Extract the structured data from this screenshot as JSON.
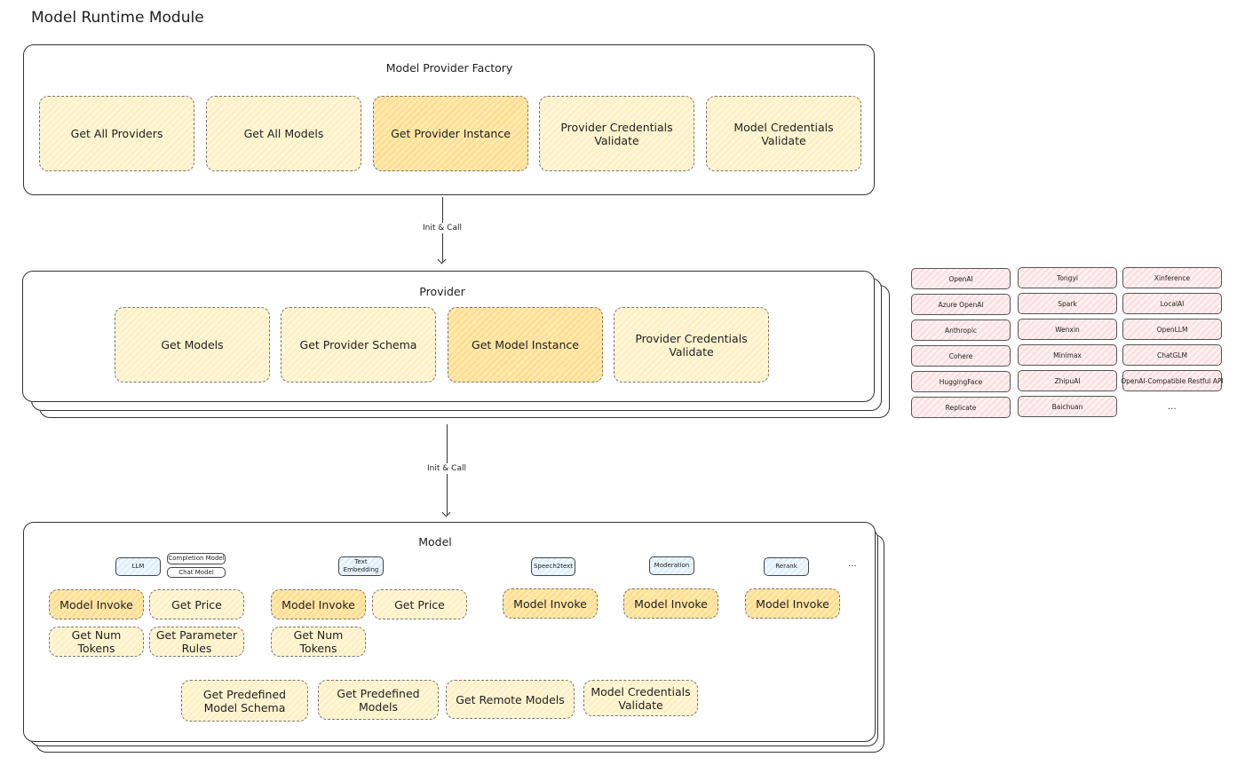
{
  "title": "Model Runtime Module",
  "factory": {
    "title": "Model Provider Factory",
    "items": [
      "Get All Providers",
      "Get All Models",
      "Get Provider Instance",
      "Provider Credentials Validate",
      "Model Credentials Validate"
    ]
  },
  "arrow1_label": "Init & Call",
  "provider": {
    "title": "Provider",
    "items": [
      "Get Models",
      "Get Provider Schema",
      "Get Model Instance",
      "Provider Credentials Validate"
    ]
  },
  "arrow2_label": "Init & Call",
  "model": {
    "title": "Model",
    "types": [
      "LLM",
      "Text Embedding",
      "Speech2text",
      "Moderation",
      "Rerank"
    ],
    "llm_subtypes": [
      "Completion Model",
      "Chat Model"
    ],
    "types_more": "...",
    "ops": [
      "Model Invoke",
      "Get Price",
      "Get Num Tokens",
      "Get Parameter Rules",
      "Model Invoke",
      "Get Price",
      "Get Num Tokens",
      "Model Invoke",
      "Model Invoke",
      "Model Invoke"
    ],
    "common": [
      "Get Predefined Model Schema",
      "Get Predefined Models",
      "Get Remote Models",
      "Model Credentials Validate"
    ]
  },
  "providers_list": [
    "OpenAI",
    "Azure OpenAI",
    "Anthropic",
    "Cohere",
    "HuggingFace",
    "Replicate",
    "Tongyi",
    "Spark",
    "Wenxin",
    "Minimax",
    "ZhipuAI",
    "Baichuan",
    "Xinference",
    "LocalAI",
    "OpenLLM",
    "ChatGLM",
    "OpenAI-Compatible Restful API"
  ],
  "providers_more": "...",
  "colors": {
    "box": "#fff3cc",
    "box_highlight": "#ffe3a0",
    "provider_card": "#fde7e9",
    "model_type": "#e3f1fb"
  }
}
